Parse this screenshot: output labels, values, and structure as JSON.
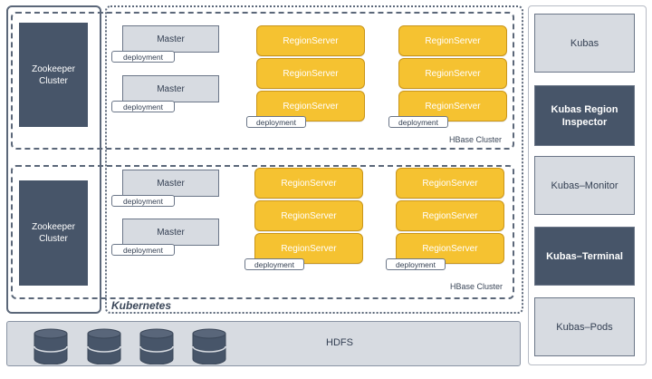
{
  "kubernetes": {
    "label": "Kubernetes"
  },
  "clusters": [
    {
      "zookeeper_label": "Zookeeper Cluster",
      "hbase_label": "HBase Cluster",
      "masters": [
        {
          "label": "Master",
          "deployment": "deployment"
        },
        {
          "label": "Master",
          "deployment": "deployment"
        }
      ],
      "region_groups": [
        {
          "servers": [
            "RegionServer",
            "RegionServer",
            "RegionServer"
          ],
          "deployment": "deployment"
        },
        {
          "servers": [
            "RegionServer",
            "RegionServer",
            "RegionServer"
          ],
          "deployment": "deployment"
        }
      ]
    },
    {
      "zookeeper_label": "Zookeeper Cluster",
      "hbase_label": "HBase Cluster",
      "masters": [
        {
          "label": "Master",
          "deployment": "deployment"
        },
        {
          "label": "Master",
          "deployment": "deployment"
        }
      ],
      "region_groups": [
        {
          "servers": [
            "RegionServer",
            "RegionServer",
            "RegionServer"
          ],
          "deployment": "deployment"
        },
        {
          "servers": [
            "RegionServer",
            "RegionServer",
            "RegionServer"
          ],
          "deployment": "deployment"
        }
      ]
    }
  ],
  "sidebar": {
    "items": [
      {
        "label": "Kubas",
        "style": "light"
      },
      {
        "label": "Kubas Region Inspector",
        "style": "dark"
      },
      {
        "label": "Kubas–Monitor",
        "style": "light"
      },
      {
        "label": "Kubas–Terminal",
        "style": "dark"
      },
      {
        "label": "Kubas–Pods",
        "style": "light"
      }
    ]
  },
  "hdfs": {
    "label": "HDFS",
    "icons": [
      "database-icon",
      "database-icon",
      "database-icon",
      "database-icon"
    ]
  },
  "colors": {
    "dark_block": "#475569",
    "light_block": "#d7dbe1",
    "region_server": "#f5c231",
    "border": "#5b6779"
  }
}
